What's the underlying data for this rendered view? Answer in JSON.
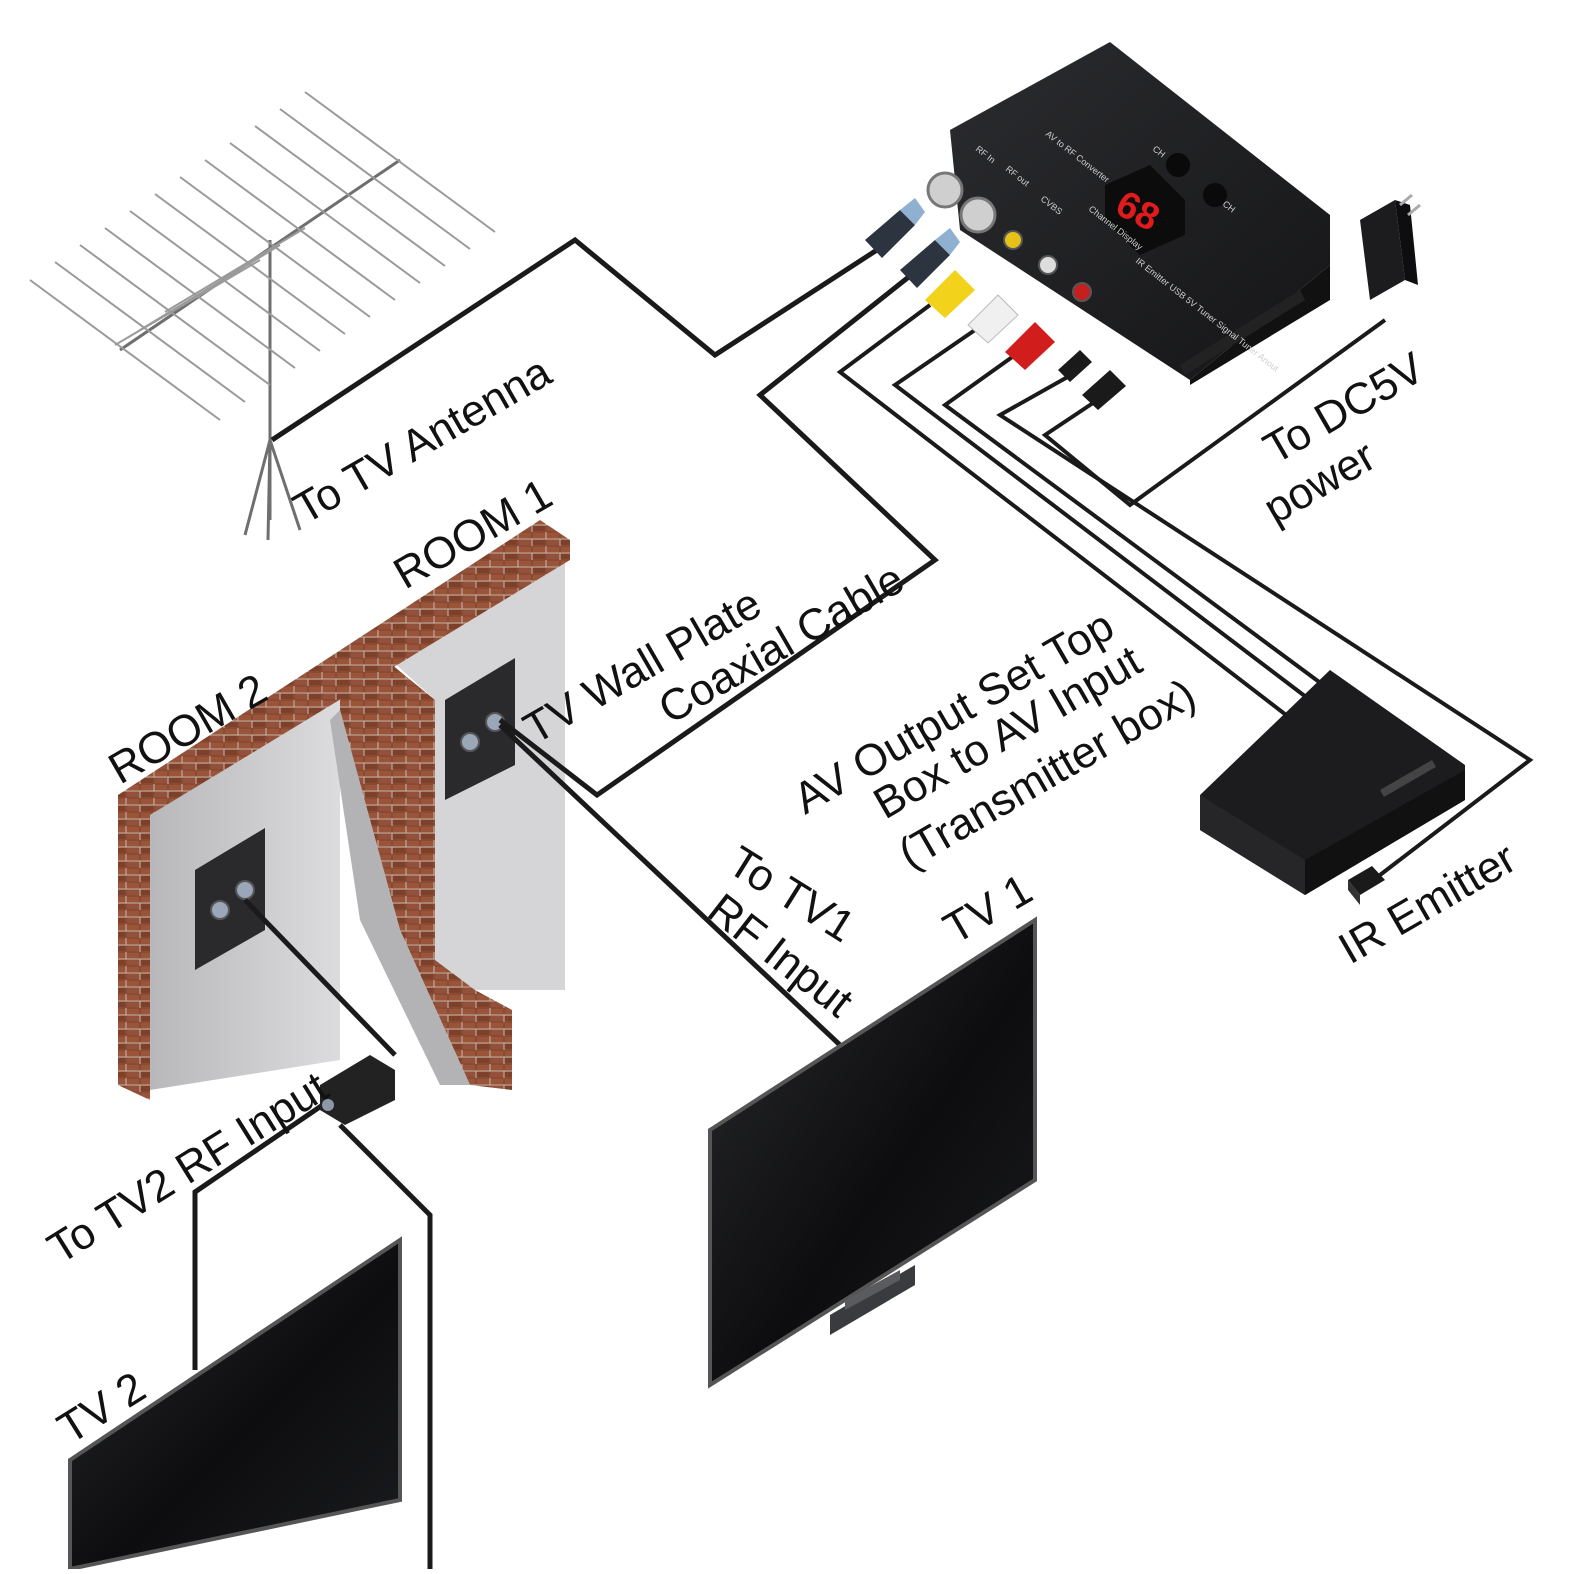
{
  "labels": {
    "to_tv_antenna": "To TV Antenna",
    "room_1": "ROOM 1",
    "room_2": "ROOM 2",
    "tv_wall_plate": "TV Wall Plate",
    "coaxial_cable": "Coaxial Cable",
    "av_output_line1": "AV Output Set Top",
    "av_output_line2": "Box to AV Input",
    "av_output_line3": "(Transmitter box)",
    "to_dc5v_line1": "To DC5V",
    "to_dc5v_line2": "power",
    "ir_emitter": "IR Emitter",
    "to_tv1_line1": "To TV1",
    "to_tv1_line2": "RF Input",
    "tv_1": "TV 1",
    "to_tv2_rf_input": "To TV2 RF Input",
    "tv_2": "TV 2"
  },
  "device": {
    "display_value": "68",
    "title": "AV to RF Converter",
    "ch_up": "CH",
    "ch_down": "CH",
    "port_rf_in": "RF In",
    "port_rf_out": "RF out",
    "port_cvbs": "CVBS",
    "channel_display": "Channel Display",
    "ports_row": "IR Emitter  USB 5V  Tuner Signal  Tuner Anout"
  },
  "colors": {
    "cable": "#1a1a1a",
    "brick": "#8b4a32",
    "wall": "#c9c9cb",
    "device": "#1e1f21",
    "display": "#e11b1b",
    "rca_yellow": "#f2d21b",
    "rca_white": "#f0f0f0",
    "rca_red": "#d21d1d"
  }
}
